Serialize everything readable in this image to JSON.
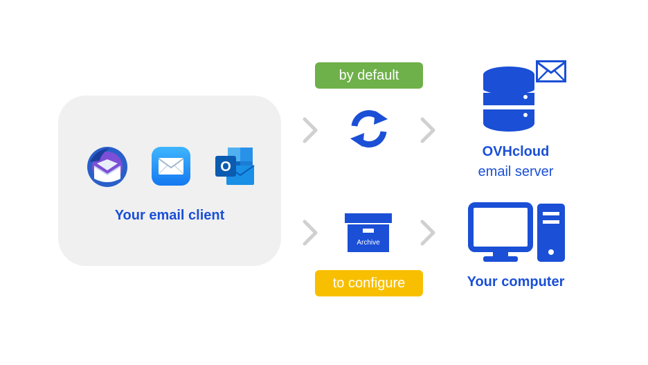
{
  "client": {
    "label": "Your email client",
    "apps": [
      "thunderbird-icon",
      "apple-mail-icon",
      "outlook-icon"
    ],
    "outlook_letter": "O"
  },
  "routes": {
    "default_label": "by default",
    "configure_label": "to configure",
    "archive_label": "Archive"
  },
  "server": {
    "title": "OVHcloud",
    "subtitle": "email server"
  },
  "computer": {
    "label": "Your computer"
  },
  "colors": {
    "blue": "#1a4fd6",
    "green_badge": "#6eb04a",
    "yellow_badge": "#f8bf00",
    "arrow_gray": "#d0d0d0",
    "panel_gray": "#f0f0f0"
  }
}
